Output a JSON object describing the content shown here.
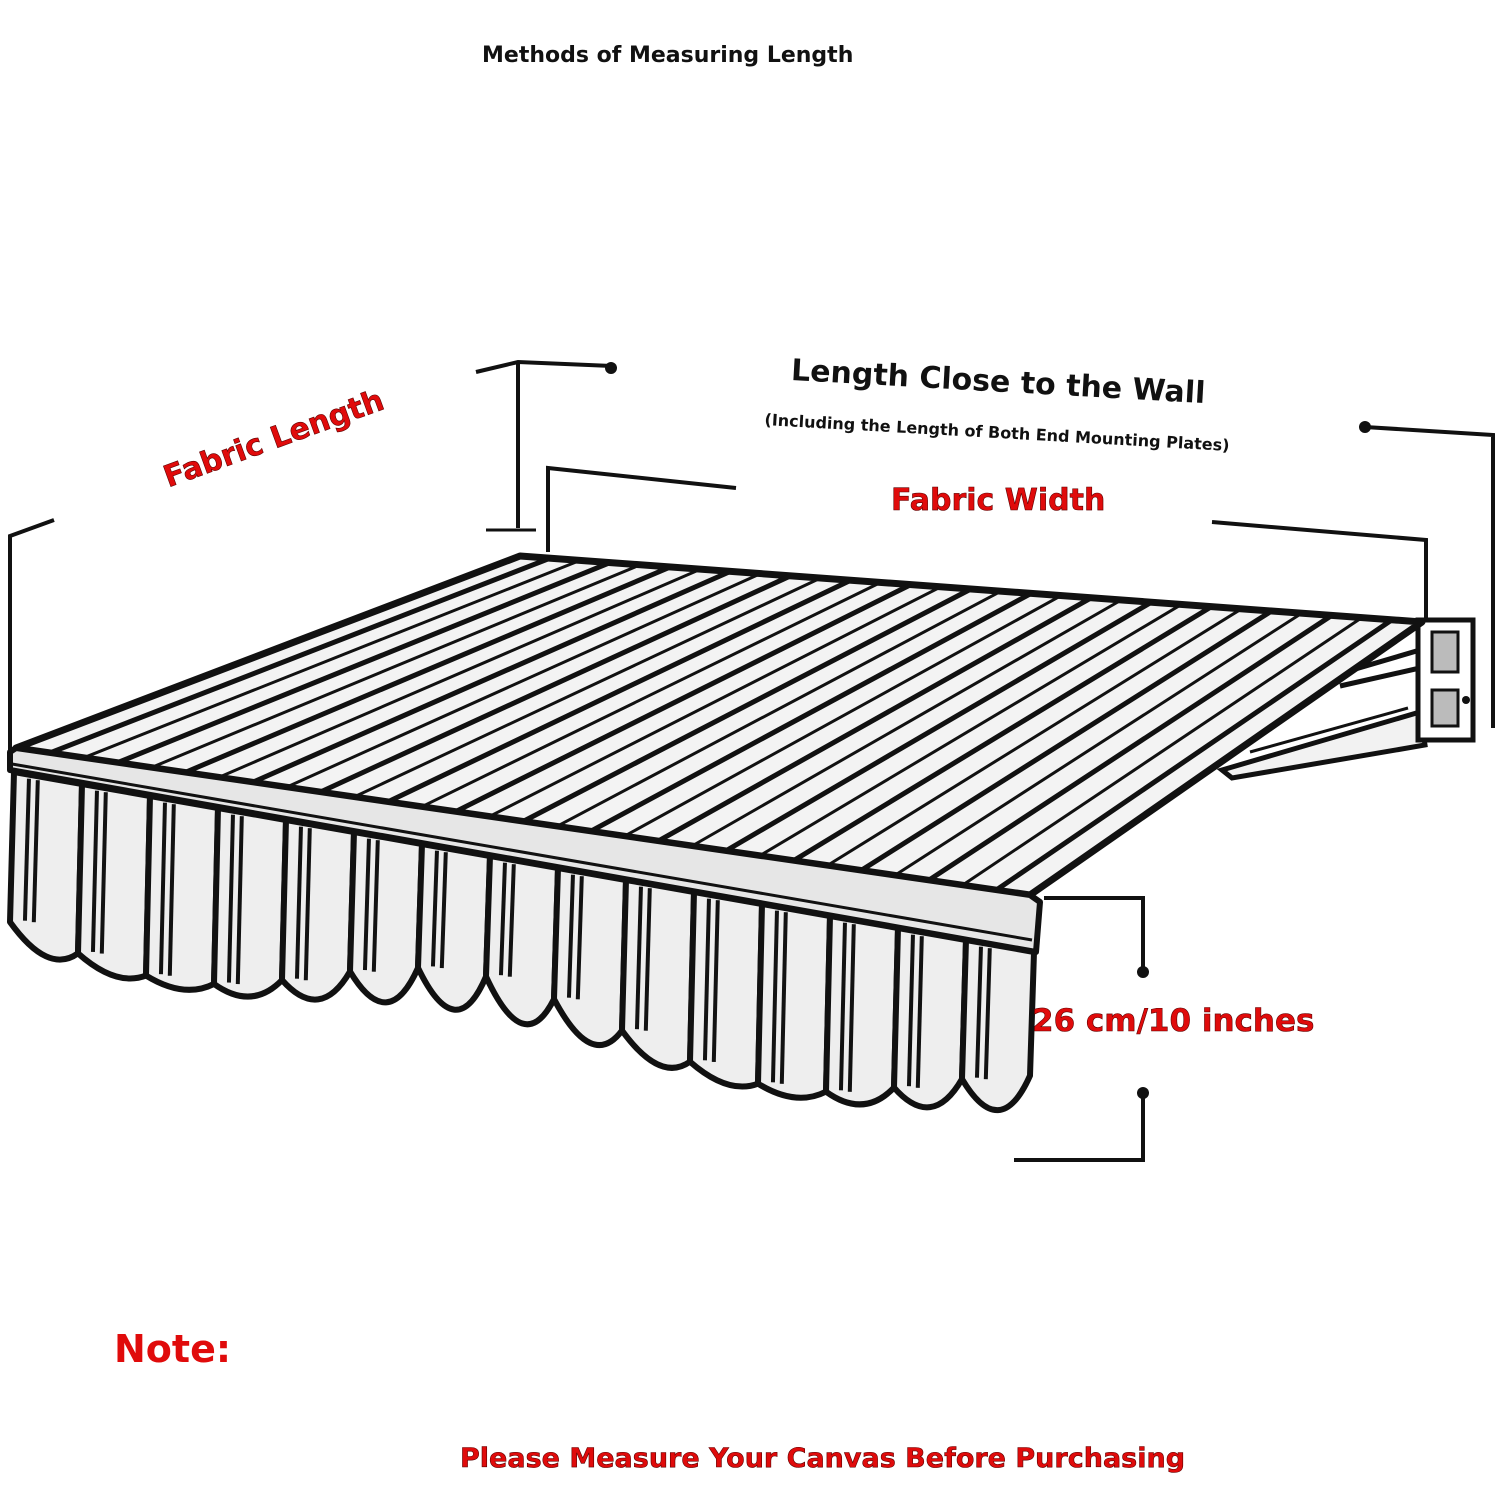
{
  "diagram": {
    "title": "Methods of Measuring Length",
    "wall_length_label": "Length Close to the Wall",
    "wall_length_note": "(Including the Length of Both End Mounting Plates)",
    "fabric_length_label": "Fabric Length",
    "fabric_width_label": "Fabric Width",
    "valance_height_label": "26 cm/10 inches",
    "note_label": "Note:",
    "measure_notice": "Please Measure Your Canvas Before Purchasing"
  },
  "colors": {
    "ink": "#111111",
    "highlight": "#e00b0b",
    "fabric": "#f3f3f3",
    "valance": "#eeeeee"
  },
  "illustration": "retractable-awning-line-drawing"
}
